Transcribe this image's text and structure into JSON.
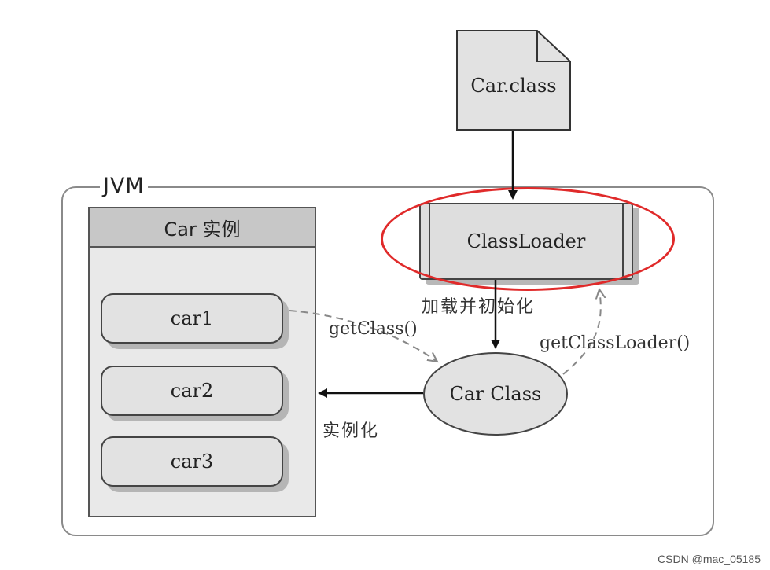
{
  "diagram": {
    "file_label": "Car.class",
    "jvm_label": "JVM",
    "instance_panel_title": "Car 实例",
    "instances": [
      "car1",
      "car2",
      "car3"
    ],
    "classloader_label": "ClassLoader",
    "car_class_label": "Car Class",
    "edges": {
      "load_init": "加载并初始化",
      "get_class": "getClass()",
      "get_classloader": "getClassLoader()",
      "instantiate": "实例化"
    },
    "highlight_color": "#e02a2a"
  },
  "watermark": "CSDN @mac_05185"
}
